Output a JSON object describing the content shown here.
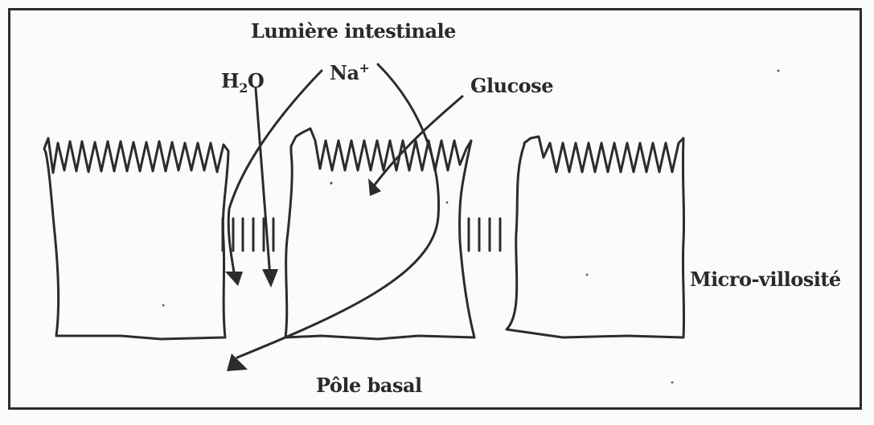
{
  "labels": {
    "title": "Lumière intestinale",
    "water_main": "H",
    "water_sub": "2",
    "water_end": "O",
    "sodium_main": "Na",
    "sodium_sup": "+",
    "glucose": "Glucose",
    "microvillus": "Micro-villosité",
    "basal_pole": "Pôle basal"
  },
  "colors": {
    "ink": "#2c2c2c",
    "background": "#fbfbfa"
  }
}
